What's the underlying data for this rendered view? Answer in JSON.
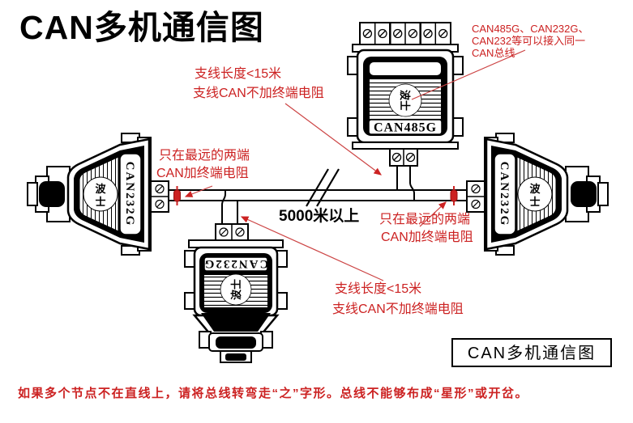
{
  "title": "CAN多机通信图",
  "colors": {
    "line_black": "#000000",
    "annotation_red": "#cc2222",
    "background": "#ffffff"
  },
  "devices": {
    "top": {
      "label": "CAN485G",
      "logo": "波士"
    },
    "left": {
      "label": "CAN232G",
      "logo_char1": "波",
      "logo_char2": "士"
    },
    "right": {
      "label": "CAN232G",
      "logo_char1": "波",
      "logo_char2": "士"
    },
    "bottom": {
      "label": "CAN232G",
      "logo": "波士"
    }
  },
  "annotations": {
    "branch_top": {
      "line1": "支线长度<15米",
      "line2": "支线CAN不加终端电阻"
    },
    "multi_device": {
      "line1": "CAN485G、CAN232G、",
      "line2": "CAN232等可以接入同一",
      "line3": "CAN总线"
    },
    "terminator_left": {
      "line1": "只在最远的两端",
      "line2": "CAN加终端电阻"
    },
    "terminator_right": {
      "line1": "只在最远的两端",
      "line2": "CAN加终端电阻"
    },
    "branch_bottom": {
      "line1": "支线长度<15米",
      "line2": "支线CAN不加终端电阻"
    },
    "bus_length": "5000米以上",
    "caption_box": "CAN多机通信图",
    "footer": "如果多个节点不在直线上，请将总线转弯走“之”字形。总线不能够布成“星形”或开岔。"
  }
}
